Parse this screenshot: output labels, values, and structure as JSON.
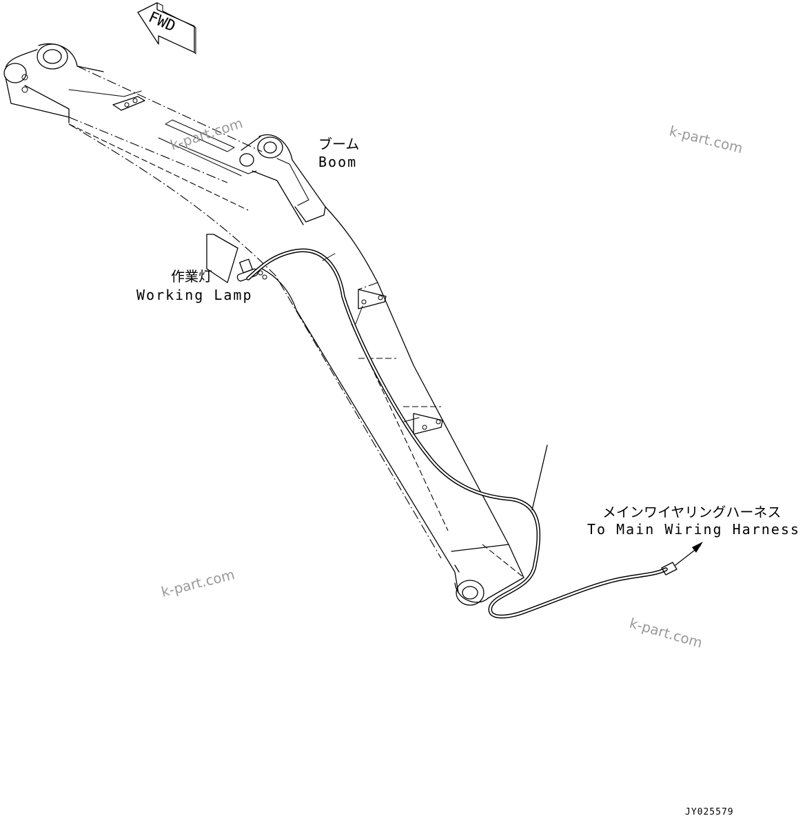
{
  "direction_label": "FWD",
  "labels": {
    "boom_jp": "ブーム",
    "boom_en": "Boom",
    "lamp_jp": "作業灯",
    "lamp_en": "Working Lamp",
    "harness_jp": "メインワイヤリングハーネス",
    "harness_en": "To Main Wiring Harness"
  },
  "watermarks": [
    "k-part.com",
    "k-part.com",
    "k-part.com",
    "k-part.com"
  ],
  "drawing_code": "JY025579"
}
